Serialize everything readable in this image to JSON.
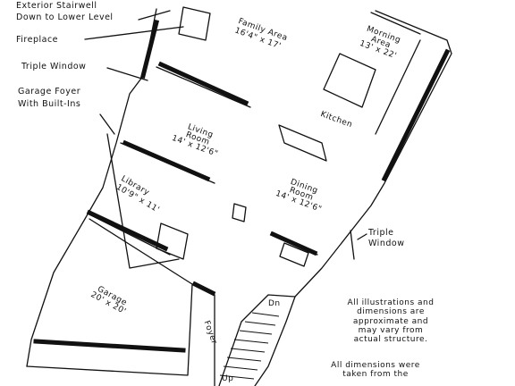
{
  "callouts": {
    "stairwell": [
      "Exterior Stairwell",
      "Down to Lower Level"
    ],
    "fireplace": "Fireplace",
    "triple_window_left": "Triple Window",
    "garage_foyer": [
      "Garage Foyer",
      "With Built-Ins"
    ],
    "triple_window_right": [
      "Triple",
      "Window"
    ]
  },
  "rooms": {
    "family": {
      "name": "Family Area",
      "dims": "16'4\" x 17'"
    },
    "morning": {
      "name": [
        "Morning",
        "Area"
      ],
      "dims": "13' x 22'"
    },
    "kitchen": {
      "name": "Kitchen"
    },
    "living": {
      "name": [
        "Living",
        "Room"
      ],
      "dims": "14' x 12'6\""
    },
    "dining": {
      "name": [
        "Dining",
        "Room"
      ],
      "dims": "14' x 12'6\""
    },
    "library": {
      "name": "Library",
      "dims": "10'9\" x 11'"
    },
    "garage": {
      "name": "Garage",
      "dims": "20' x 20'"
    },
    "foyer": {
      "name": "Foyer"
    },
    "stair_dn": "Dn",
    "stair_up": "Up"
  },
  "notes": {
    "illustrations": [
      "All illustrations and",
      "dimensions are",
      "approximate and",
      "may vary from",
      "actual structure."
    ],
    "dimensions": [
      "All dimensions were",
      "taken from the"
    ]
  }
}
